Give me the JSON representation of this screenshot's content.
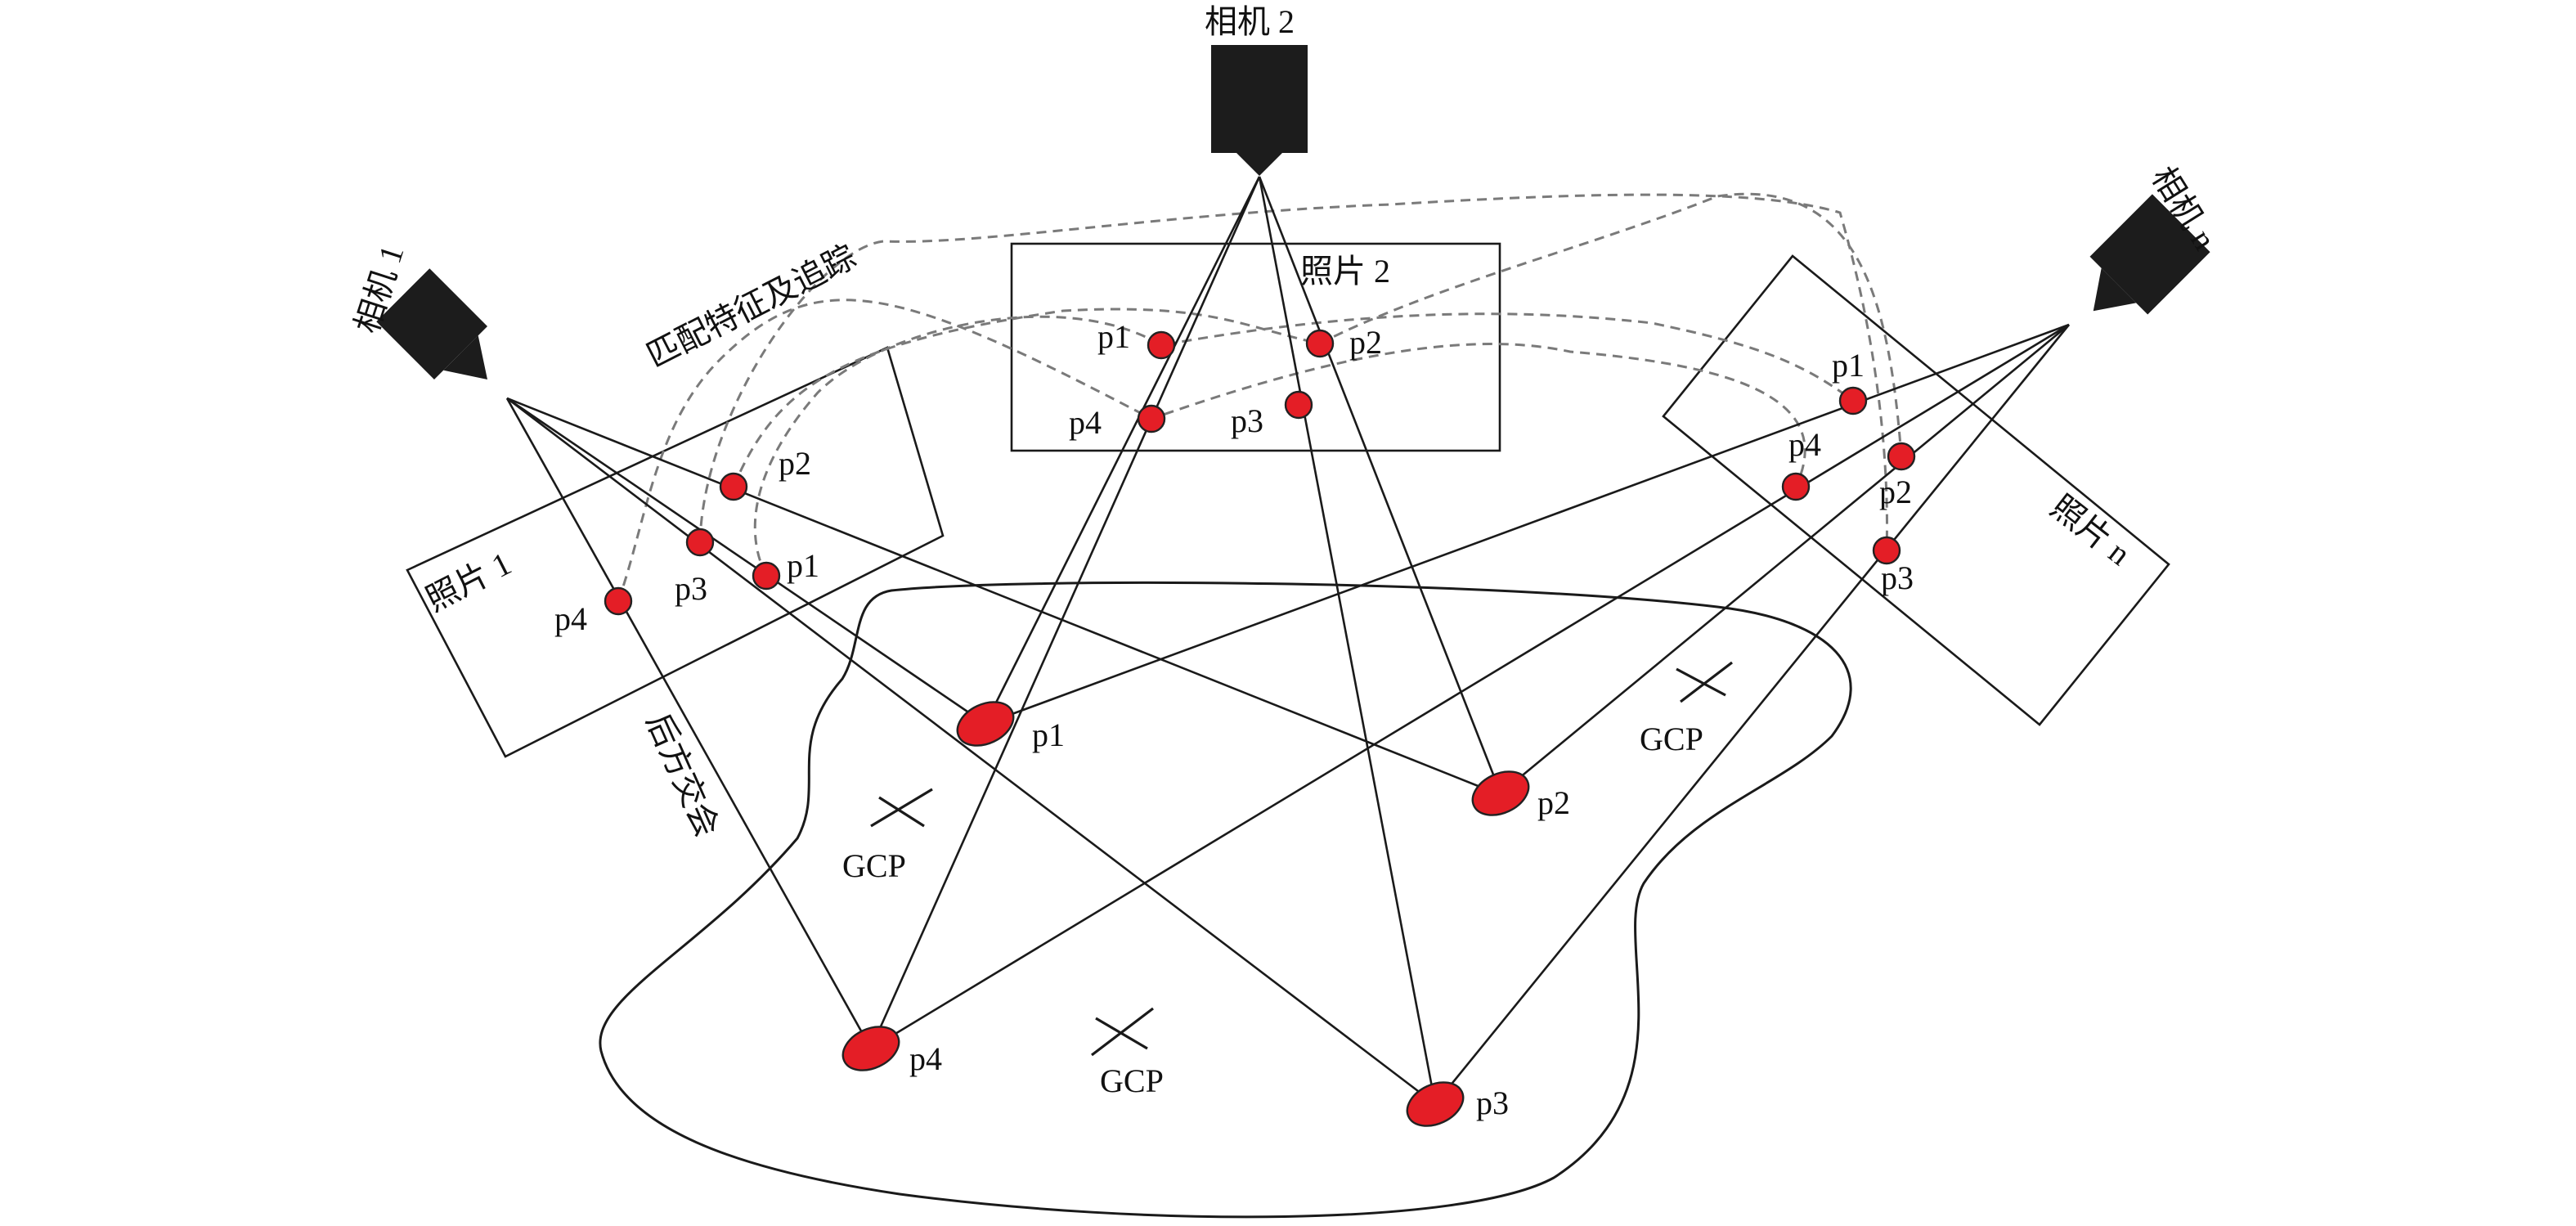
{
  "colors": {
    "point": "#e41e26",
    "camera": "#1c1c1c",
    "track": "#7a7a7a"
  },
  "cameras": [
    {
      "id": "cam1",
      "label": "相机 1"
    },
    {
      "id": "cam2",
      "label": "相机 2"
    },
    {
      "id": "camn",
      "label": "相机 n"
    }
  ],
  "photos": [
    {
      "id": "photo1",
      "label": "照片 1",
      "points": [
        "p1",
        "p2",
        "p3",
        "p4"
      ]
    },
    {
      "id": "photo2",
      "label": "照片 2",
      "points": [
        "p1",
        "p2",
        "p3",
        "p4"
      ]
    },
    {
      "id": "photon",
      "label": "照片 n",
      "points": [
        "p1",
        "p2",
        "p3",
        "p4"
      ]
    }
  ],
  "ground_points": [
    "p1",
    "p2",
    "p3",
    "p4"
  ],
  "gcp_label": "GCP",
  "annotations": {
    "matching": "匹配特征及追踪",
    "resection": "后方交会"
  }
}
